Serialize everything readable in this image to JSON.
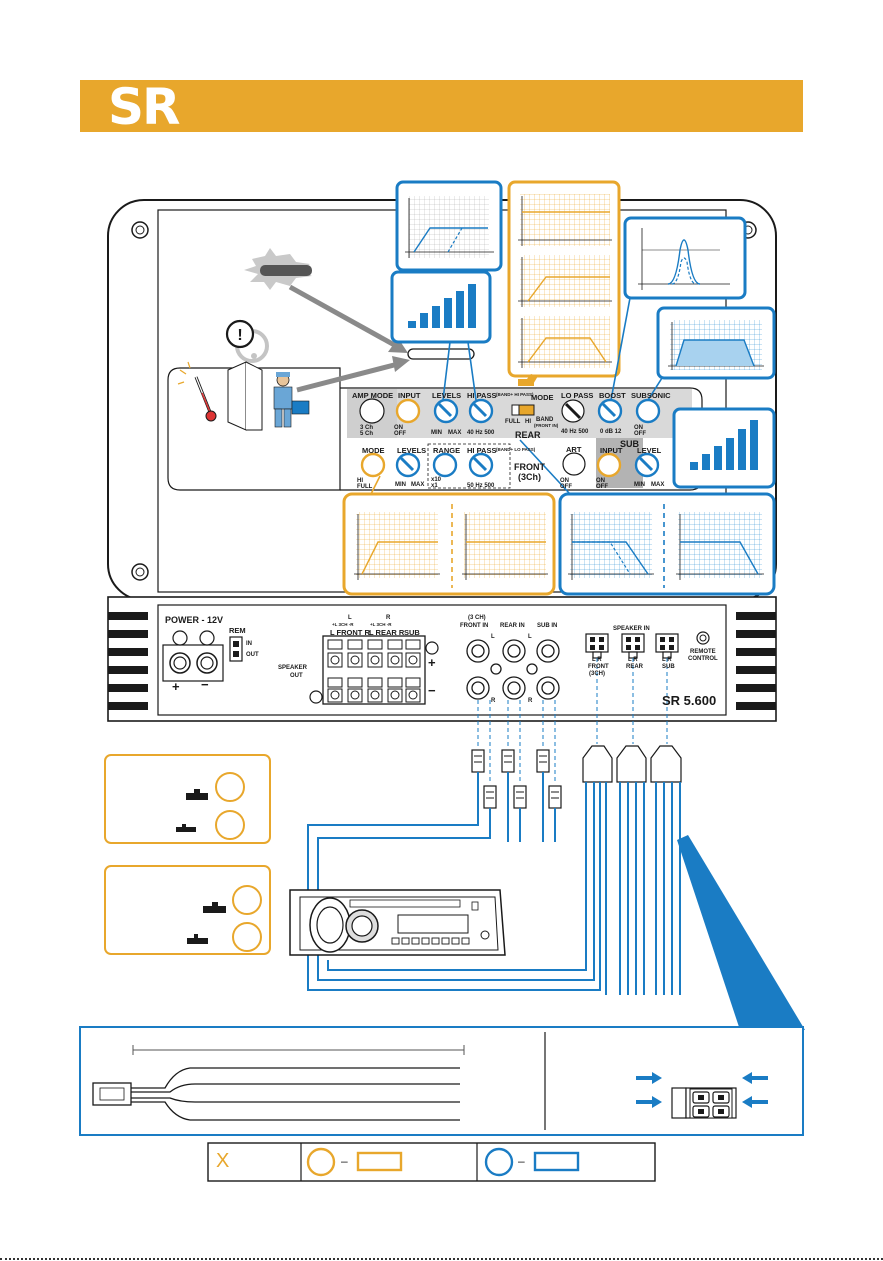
{
  "header": {
    "logo_text": "SR",
    "brand_color": "#e8a72c"
  },
  "top_panel": {
    "amp_mode": {
      "title": "AMP MODE",
      "opt1": "3 Ch",
      "opt2": "5 Ch"
    },
    "input": {
      "title": "INPUT",
      "on": "ON",
      "off": "OFF"
    },
    "levels": {
      "title": "LEVELS",
      "min": "MIN",
      "max": "MAX"
    },
    "hi_pass_rear": {
      "title": "HI PASS",
      "scale": "40  Hz  500"
    },
    "band_hi_pass_note": "(BAND+ HI PASS)",
    "mode_rear": {
      "title": "MODE",
      "full": "FULL",
      "hi": "HI",
      "band": "BAND",
      "front_in": "(FRONT IN)"
    },
    "rear_label": "REAR",
    "lo_pass": {
      "title": "LO PASS",
      "scale": "40  Hz  500"
    },
    "boost": {
      "title": "BOOST",
      "scale": "0  dB  12"
    },
    "subsonic": {
      "title": "SUBSONIC",
      "on": "ON",
      "off": "OFF"
    },
    "sub_label": "SUB",
    "mode_front": {
      "title": "MODE",
      "hi": "HI",
      "full": "FULL"
    },
    "levels_front": {
      "title": "LEVELS",
      "min": "MIN",
      "max": "MAX"
    },
    "range": {
      "title": "RANGE",
      "x10": "x10",
      "x1": "x1"
    },
    "hi_pass_front": {
      "title": "HI PASS",
      "scale": "50  Hz  500"
    },
    "band_lo_pass_note": "(BAND+ LO PASS)",
    "front_label": "FRONT",
    "front_sub_label": "(3Ch)",
    "art": {
      "title": "ART",
      "on": "ON",
      "off": "OFF"
    },
    "sub_input": {
      "title": "INPUT",
      "on": "ON",
      "off": "OFF"
    },
    "sub_level": {
      "title": "LEVEL",
      "min": "MIN",
      "max": "MAX"
    }
  },
  "connection_panel": {
    "power": "POWER - 12V",
    "rem": "REM",
    "rem_in": "IN",
    "rem_out": "OUT",
    "plus": "+",
    "minus": "−",
    "speaker_out": "SPEAKER\nOUT",
    "speaker_out_line1": "SPEAKER",
    "speaker_out_line2": "OUT",
    "front_group": "L FRONT R",
    "rear_group": "L REAR R",
    "sub_group": "SUB",
    "l_bracket": "L",
    "r_bracket": "R",
    "ch3_left": "+L  3CH  -R",
    "ch3_right": "+L  3CH  -R",
    "front_in": "FRONT IN",
    "front_in_3ch": "(3 CH)",
    "rear_in": "REAR IN",
    "sub_in": "SUB IN",
    "in_l": "L",
    "in_r": "R",
    "speaker_in": "SPEAKER IN",
    "speaker_in_front": "FRONT",
    "speaker_in_front_3ch": "(3CH)",
    "speaker_in_rear": "REAR",
    "speaker_in_sub": "SUB",
    "speaker_in_lr": "L    R",
    "remote_control": "REMOTE\nCONTROL",
    "remote_line1": "REMOTE",
    "remote_line2": "CONTROL",
    "model": "SR 5.600"
  },
  "legend": {
    "x_symbol": "X",
    "orange_dash": "–",
    "blue_dash": "–"
  },
  "colors": {
    "orange": "#e8a72c",
    "blue": "#1a7cc4",
    "dark": "#1a1a1a",
    "graph_orange": "#f0b048",
    "graph_blue": "#2a8fd0"
  }
}
